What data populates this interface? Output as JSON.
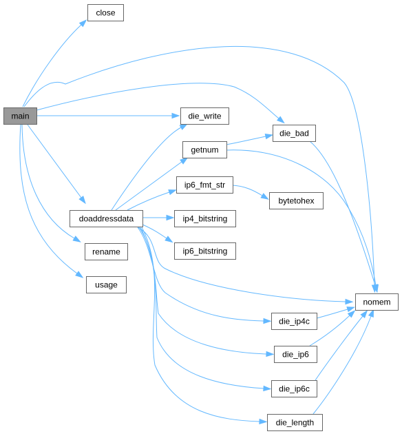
{
  "graph": {
    "nodes": [
      {
        "id": "main",
        "label": "main",
        "root": true
      },
      {
        "id": "close",
        "label": "close"
      },
      {
        "id": "die_write",
        "label": "die_write"
      },
      {
        "id": "die_bad",
        "label": "die_bad"
      },
      {
        "id": "getnum",
        "label": "getnum"
      },
      {
        "id": "ip6_fmt_str",
        "label": "ip6_fmt_str"
      },
      {
        "id": "bytetohex",
        "label": "bytetohex"
      },
      {
        "id": "doaddressdata",
        "label": "doaddressdata"
      },
      {
        "id": "ip4_bitstring",
        "label": "ip4_bitstring"
      },
      {
        "id": "ip6_bitstring",
        "label": "ip6_bitstring"
      },
      {
        "id": "rename",
        "label": "rename"
      },
      {
        "id": "usage",
        "label": "usage"
      },
      {
        "id": "nomem",
        "label": "nomem"
      },
      {
        "id": "die_ip4c",
        "label": "die_ip4c"
      },
      {
        "id": "die_ip6",
        "label": "die_ip6"
      },
      {
        "id": "die_ip6c",
        "label": "die_ip6c"
      },
      {
        "id": "die_length",
        "label": "die_length"
      }
    ],
    "edges": [
      {
        "from": "main",
        "to": "close"
      },
      {
        "from": "main",
        "to": "nomem"
      },
      {
        "from": "main",
        "to": "die_bad"
      },
      {
        "from": "main",
        "to": "die_write"
      },
      {
        "from": "main",
        "to": "doaddressdata"
      },
      {
        "from": "main",
        "to": "rename"
      },
      {
        "from": "main",
        "to": "usage"
      },
      {
        "from": "doaddressdata",
        "to": "die_write"
      },
      {
        "from": "doaddressdata",
        "to": "getnum"
      },
      {
        "from": "doaddressdata",
        "to": "ip6_fmt_str"
      },
      {
        "from": "doaddressdata",
        "to": "ip4_bitstring"
      },
      {
        "from": "doaddressdata",
        "to": "ip6_bitstring"
      },
      {
        "from": "doaddressdata",
        "to": "nomem"
      },
      {
        "from": "doaddressdata",
        "to": "die_ip4c"
      },
      {
        "from": "doaddressdata",
        "to": "die_ip6"
      },
      {
        "from": "doaddressdata",
        "to": "die_ip6c"
      },
      {
        "from": "doaddressdata",
        "to": "die_length"
      },
      {
        "from": "getnum",
        "to": "die_bad"
      },
      {
        "from": "getnum",
        "to": "nomem"
      },
      {
        "from": "die_bad",
        "to": "nomem"
      },
      {
        "from": "ip6_fmt_str",
        "to": "bytetohex"
      },
      {
        "from": "die_ip4c",
        "to": "nomem"
      },
      {
        "from": "die_ip6",
        "to": "nomem"
      },
      {
        "from": "die_ip6c",
        "to": "nomem"
      },
      {
        "from": "die_length",
        "to": "nomem"
      }
    ]
  }
}
